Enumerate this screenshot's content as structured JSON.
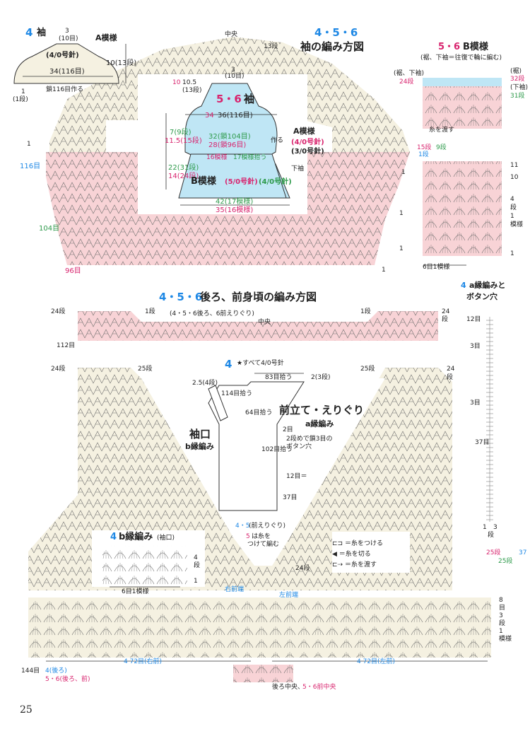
{
  "header": {
    "title_num": "4・5・6",
    "title": "袖の編み方図"
  },
  "sleeve4": {
    "num": "4",
    "label": "袖",
    "top_count": "3",
    "top_count2": "(10目)",
    "pattern": "A模様",
    "needle": "(4/0号針)",
    "width": "34(116目)",
    "height": "10(13段)",
    "chain": "鎖116目作る",
    "row1": "1",
    "row1b": "(1段)"
  },
  "sleeve56": {
    "num": "5・6",
    "label": "袖",
    "top_count": "3",
    "top_count2": "(10目)",
    "h1": "10",
    "h2": "10.5",
    "h3": "(13段)",
    "w_top": "36(116目)",
    "w_top_mag": "34",
    "a_pattern": "A模様",
    "a_needle": "(4/0号針)",
    "a_needle2": "(3/0号針)",
    "make": "作る",
    "chain1": "32(鎖104目)",
    "chain2": "28(鎖96目)",
    "h4": "7(9段)",
    "h5": "11.5(15段)",
    "pick1": "16模様",
    "pick2": "17模様拾う",
    "b_pattern": "B模様",
    "b_needle1": "(5/0号針)",
    "b_needle2": "(4/0号針)",
    "lower_sleeve": "下袖",
    "h6": "22(31段)",
    "h7": "14(24段)",
    "w_bot1": "42(17模様)",
    "w_bot2": "35(16模様)"
  },
  "sleeve_chart": {
    "center": "中央",
    "row13": "13段",
    "row1": "1",
    "row116": "116目",
    "row104": "104目",
    "row96": "96目",
    "row15": "15段",
    "row9": "9段",
    "row1b": "1段",
    "thread": "糸を渡す"
  },
  "b_pattern": {
    "title_num": "5・6",
    "title": "B模様",
    "subtitle": "(裾、下袖＝往復で輪に編む)",
    "hem": "(裾、下袖)",
    "hem_r": "(裾)",
    "sleeve_r": "(下袖)",
    "r24": "24段",
    "r32": "32段",
    "r31": "31段",
    "r11": "11",
    "r10": "10",
    "r4": "4",
    "r_dan": "段",
    "r1": "1",
    "r_moyou": "模様",
    "unit": "6目1模様"
  },
  "body": {
    "title_num": "4・5・6",
    "title": "後ろ、前身頃の編み方図",
    "back_label": "(4・5・6後ろ、6前えりぐり)",
    "center": "中央",
    "row24": "24段",
    "row1": "1段",
    "row112": "112目",
    "row25": "25段",
    "r24b": "24",
    "r_dan": "段",
    "r144": "144目",
    "back4": "4(後ろ)",
    "back56": "5・6(後ろ、前)",
    "right72": "4 72目(右前)",
    "left72": "4 72目(左前)",
    "right_front": "右前端",
    "left_front": "左前端",
    "back_center": "後ろ中央、",
    "front_center": "5・6前中央",
    "r8": "8",
    "r_me": "目",
    "r3": "3",
    "r_dan2": "段",
    "r1b": "1",
    "r_moyou": "模様",
    "r_25dan": "25段",
    "r_37": "37",
    "r_25": "25段"
  },
  "inset4": {
    "num": "4",
    "note": "★すべて4/0号針",
    "pick83": "83目拾う",
    "r2": "2(3段)",
    "r25": "2.5(4段)",
    "pick114": "114目拾う",
    "pick64": "64目拾う",
    "front_title": "前立て・えりぐり",
    "a_border": "a縁編み",
    "r2b": "2目",
    "note2": "2段めで鎖3目の",
    "note3": "ボタン穴",
    "pick102": "102目拾う",
    "r12": "12目＝",
    "r37": "37目",
    "cuff": "袖口",
    "b_border": "b縁編み"
  },
  "b_border": {
    "num": "4",
    "title": "b縁編み",
    "sub": "(袖口)",
    "r4": "4",
    "r_dan": "段",
    "r1": "1",
    "unit": "6目1模様"
  },
  "neck_note": {
    "line1": "4・5",
    "line2": "(前えりぐり)",
    "line3": "5",
    "line4": "は糸を",
    "line5": "つけて編む"
  },
  "legend": {
    "attach": "＝糸をつける",
    "cut": "＝糸を切る",
    "pass": "＝糸を渡す"
  },
  "a_border": {
    "num": "4",
    "title": "a縁編みと",
    "title2": "ボタン穴",
    "r12": "12目",
    "r3a": "3目",
    "r3b": "3目",
    "r37": "37目",
    "r1": "1",
    "r3c": "3",
    "r_dan": "段"
  },
  "page_number": "25",
  "colors": {
    "pink": "#f8d3d6",
    "cream": "#f5f1e1",
    "blue": "#bfe6f5",
    "title_blue": "#1e88e5",
    "green": "#2e9a4b",
    "magenta": "#d8246e"
  }
}
